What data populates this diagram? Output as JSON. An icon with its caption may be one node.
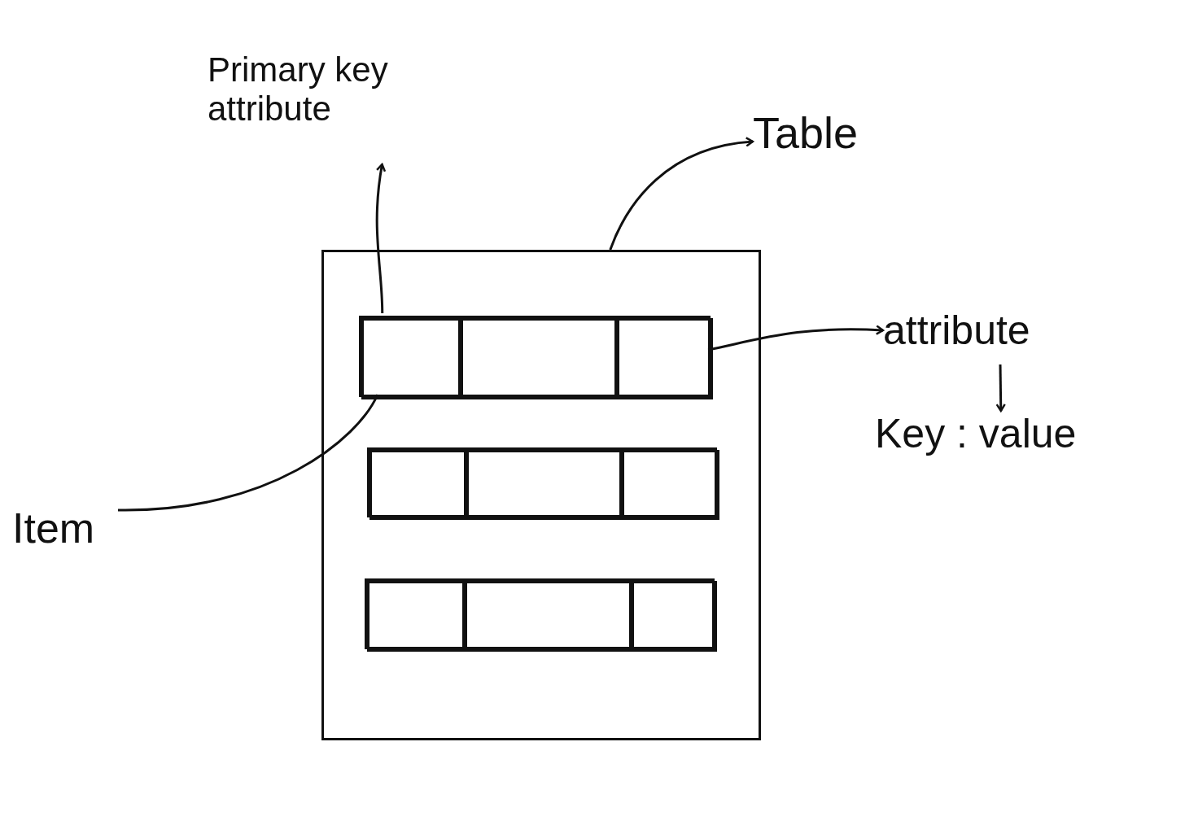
{
  "diagram": {
    "nodes": [
      {
        "text": [
          "Primary key attribute"
        ]
      },
      {
        "text": [
          "Table"
        ]
      },
      {
        "text": [
          "attribute"
        ]
      },
      {
        "text": [
          "Key : value"
        ]
      },
      {
        "text": [
          "Item"
        ]
      },
      {
        "text": [],
        "shape": "box"
      },
      {
        "text": [],
        "shape": "box",
        "in": 5
      },
      {
        "text": [],
        "shape": "box",
        "in": 5
      },
      {
        "text": [],
        "shape": "box",
        "in": 5
      },
      {
        "text": [],
        "shape": "box",
        "in": 6
      },
      {
        "text": [],
        "shape": "box",
        "in": 6
      },
      {
        "text": [],
        "shape": "box",
        "in": 6
      },
      {
        "text": [],
        "shape": "box",
        "in": 7
      },
      {
        "text": [],
        "shape": "box",
        "in": 7
      },
      {
        "text": [],
        "shape": "box",
        "in": 7
      },
      {
        "text": [],
        "shape": "box",
        "in": 8
      },
      {
        "text": [],
        "shape": "box",
        "in": 8
      },
      {
        "text": [],
        "shape": "box",
        "in": 8
      }
    ],
    "edges": [
      {
        "from": 9,
        "to": 0,
        "arrow": "to"
      },
      {
        "from": 5,
        "to": 1,
        "arrow": "to"
      },
      {
        "from": 11,
        "to": 2,
        "arrow": "to"
      },
      {
        "from": 2,
        "to": 3,
        "arrow": "to"
      },
      {
        "from": 4,
        "to": 6,
        "arrow": "none"
      }
    ]
  }
}
